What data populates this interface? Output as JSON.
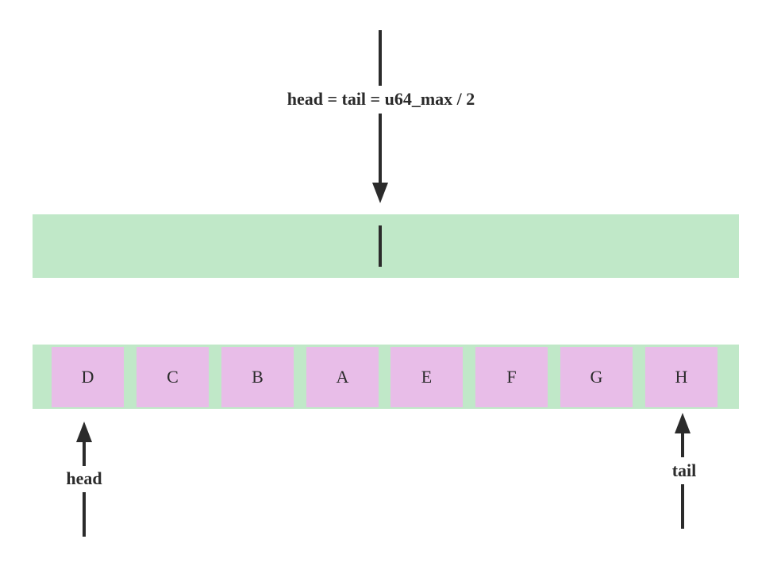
{
  "top_label": "head = tail = u64_max / 2",
  "cells": [
    "D",
    "C",
    "B",
    "A",
    "E",
    "F",
    "G",
    "H"
  ],
  "head_label": "head",
  "tail_label": "tail",
  "colors": {
    "bar": "#c0e8c8",
    "cell": "#e8bde8",
    "line": "#2b2b2b"
  }
}
